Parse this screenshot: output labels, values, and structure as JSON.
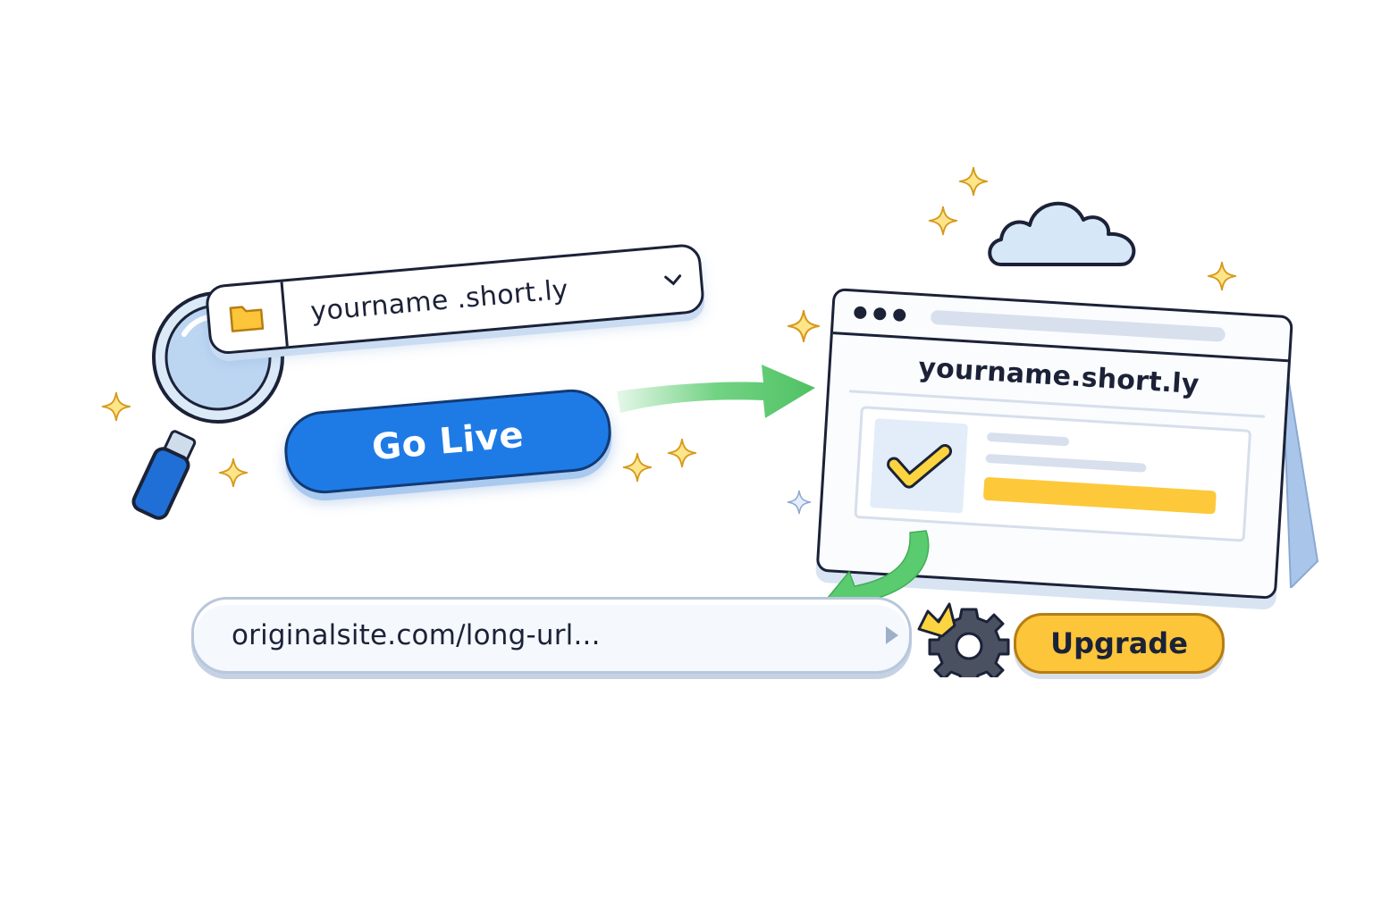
{
  "domain_selector": {
    "value": "yourname .short.ly",
    "folder_icon": "folder-icon",
    "dropdown_icon": "chevron-down-icon"
  },
  "go_live_button": {
    "label": "Go Live"
  },
  "browser_preview": {
    "site_title": "yourname.short.ly",
    "status_icon": "checkmark-icon"
  },
  "long_url_input": {
    "value": "originalsite.com/long-url..."
  },
  "upgrade_button": {
    "label": "Upgrade",
    "icon": "gear-crown-icon"
  },
  "decorations": {
    "magnifier": "magnifying-glass-icon",
    "cloud": "cloud-icon",
    "arrows": [
      "arrow-right-icon",
      "arrow-curved-down-left-icon"
    ],
    "sparkle_color": "#f6c94a",
    "sparkle_alt_color": "#b9cbe6"
  },
  "colors": {
    "primary_blue": "#1e7be6",
    "accent_yellow": "#fcc53a",
    "arrow_green": "#5acb6e",
    "outline": "#1b2238"
  }
}
